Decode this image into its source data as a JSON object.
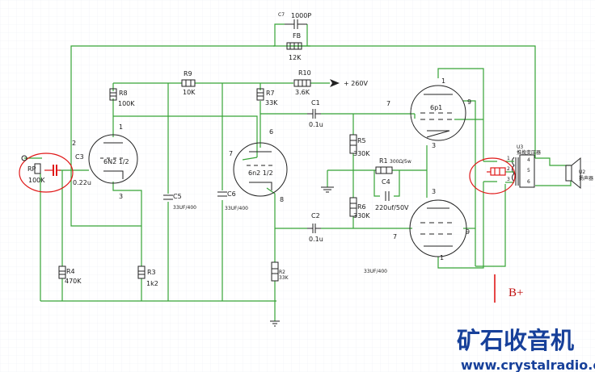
{
  "components": {
    "c7": "C7",
    "c7_val": "1000P",
    "fb": "FB",
    "fb_val": "12K",
    "r9": "R9",
    "r9_val": "10K",
    "r10": "R10",
    "r10_val": "3.6K",
    "supply": "+ 260V",
    "r8": "R8",
    "r8_val": "100K",
    "r7": "R7",
    "r7_val": "33K",
    "c1": "C1",
    "c1_val": "0.1u",
    "rp": "RP",
    "rp_val": "100K",
    "c3": "C3",
    "c3_val": "0.22u",
    "v1": "6N2 1/2",
    "v2": "6n2 1/2",
    "v3": "6p1",
    "c5": "C5",
    "c5_val": "33UF/400",
    "c6": "C6",
    "c6_val": "33UF/400",
    "r5": "R5",
    "r5_val": "330K",
    "r1": "R1",
    "r1_val": "300Ω/5w",
    "c4": "C4",
    "c4_val": "220uf/50V",
    "r6": "R6",
    "r6_val": "330K",
    "c2": "C2",
    "c2_val": "0.1u",
    "r4": "R4",
    "r4_val": "470K",
    "r3": "R3",
    "r3_val": "1k2",
    "r2": "R2",
    "r2_val": "33K",
    "c_note": "33UF/400",
    "u3": "U3",
    "u3_name": "推挽变压器",
    "u2": "U2",
    "u2_name": "扬声器",
    "bplus": "B+"
  },
  "pins": {
    "v1_top": "1",
    "v1_bot": "3",
    "v1_grid": "2",
    "v2_grid": "7",
    "v2_top": "6",
    "v2_bot": "8",
    "v3_top_plate": "1",
    "v3_top_grid": "7",
    "v3_top_screen": "9",
    "v3_top_cath": "3",
    "v3_bot_plate": "3",
    "v3_bot_grid": "7",
    "v3_bot_screen": "9",
    "v3_bot_cath": "1",
    "t_p1": "1",
    "t_p2": "2",
    "t_p3": "3",
    "t_s4": "4",
    "t_s5": "5",
    "t_s6": "6"
  },
  "watermark": {
    "title": "矿石收音机",
    "url": "www.crystalradio.cn"
  },
  "colors": {
    "wire": "#36a336",
    "component": "#222222",
    "handdrawn": "#e01818",
    "watermark": "#17409a",
    "grid": "#eceff3"
  }
}
